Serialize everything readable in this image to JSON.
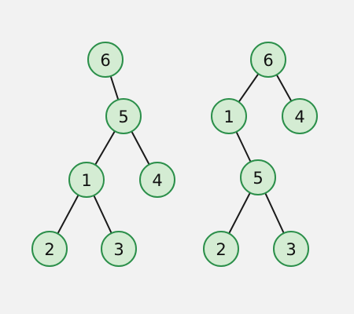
{
  "colors": {
    "background": "#f2f2f2",
    "node_fill": "#d4ecd3",
    "node_stroke": "#2b8f4a",
    "edge": "#1a1a1a",
    "text": "#111111"
  },
  "trees": [
    {
      "id": "left-tree",
      "nodes": [
        {
          "id": "L6",
          "label": "6"
        },
        {
          "id": "L5",
          "label": "5"
        },
        {
          "id": "L1",
          "label": "1"
        },
        {
          "id": "L4",
          "label": "4"
        },
        {
          "id": "L2",
          "label": "2"
        },
        {
          "id": "L3",
          "label": "3"
        }
      ],
      "edges": [
        [
          "L6",
          "L5"
        ],
        [
          "L5",
          "L1"
        ],
        [
          "L5",
          "L4"
        ],
        [
          "L1",
          "L2"
        ],
        [
          "L1",
          "L3"
        ]
      ]
    },
    {
      "id": "right-tree",
      "nodes": [
        {
          "id": "R6",
          "label": "6"
        },
        {
          "id": "R1",
          "label": "1"
        },
        {
          "id": "R4",
          "label": "4"
        },
        {
          "id": "R5",
          "label": "5"
        },
        {
          "id": "R2",
          "label": "2"
        },
        {
          "id": "R3",
          "label": "3"
        }
      ],
      "edges": [
        [
          "R6",
          "R1"
        ],
        [
          "R6",
          "R4"
        ],
        [
          "R1",
          "R5"
        ],
        [
          "R5",
          "R2"
        ],
        [
          "R5",
          "R3"
        ]
      ]
    }
  ]
}
